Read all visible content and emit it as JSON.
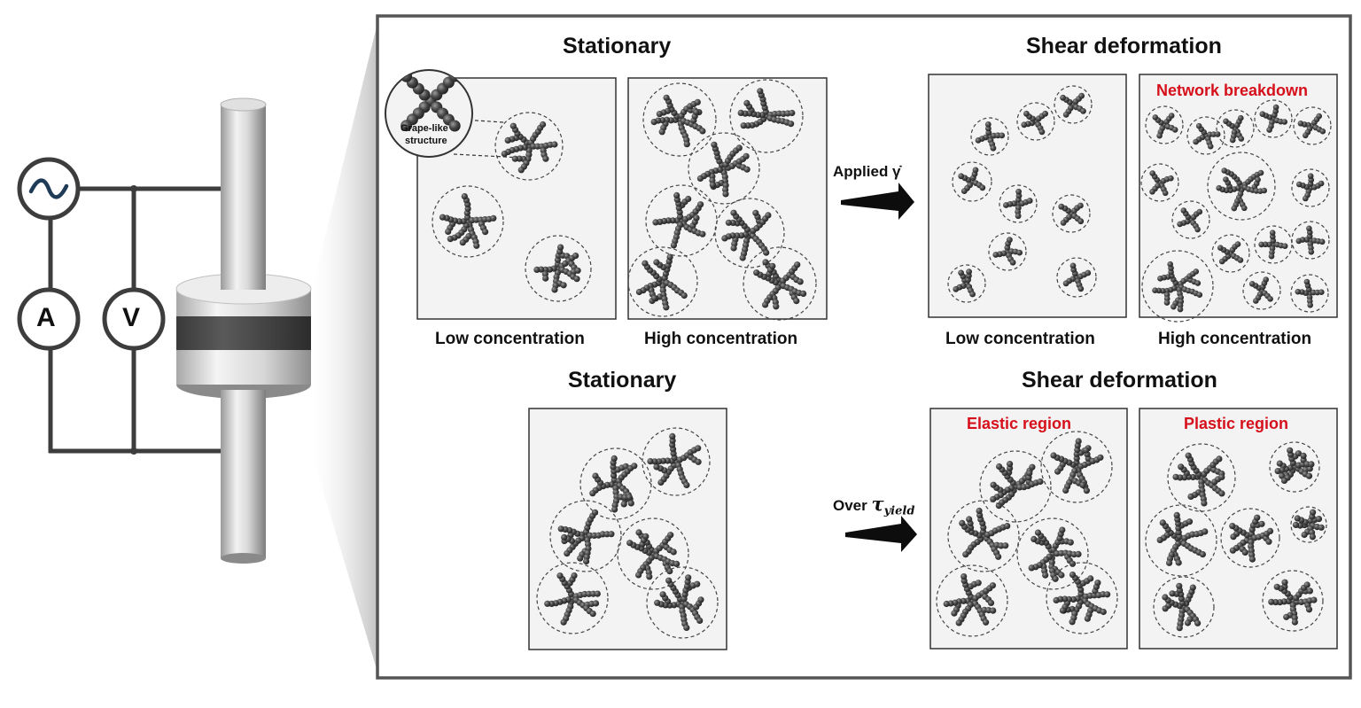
{
  "apparatus": {
    "source_symbol": "~",
    "ammeter_label": "A",
    "voltmeter_label": "V"
  },
  "top_row": {
    "stationary_title": "Stationary",
    "shear_title": "Shear deformation",
    "inset_label_line1": "Grape-like",
    "inset_label_line2": "structure",
    "arrow_label": "Applied γ̇",
    "low_caption_left": "Low concentration",
    "high_caption_left": "High concentration",
    "low_caption_right": "Low concentration",
    "high_caption_right": "High concentration",
    "network_label": "Network breakdown"
  },
  "bottom_row": {
    "stationary_title": "Stationary",
    "shear_title": "Shear deformation",
    "arrow_label_prefix": "Over ",
    "arrow_label_symbol": "τ",
    "arrow_label_subscript": "yield",
    "elastic_label": "Elastic region",
    "plastic_label": "Plastic region"
  },
  "colors": {
    "accent_red": "#d6101b",
    "particle": "#3b3b3b",
    "panel_fill": "#f3f3f3",
    "frame": "#555555"
  }
}
